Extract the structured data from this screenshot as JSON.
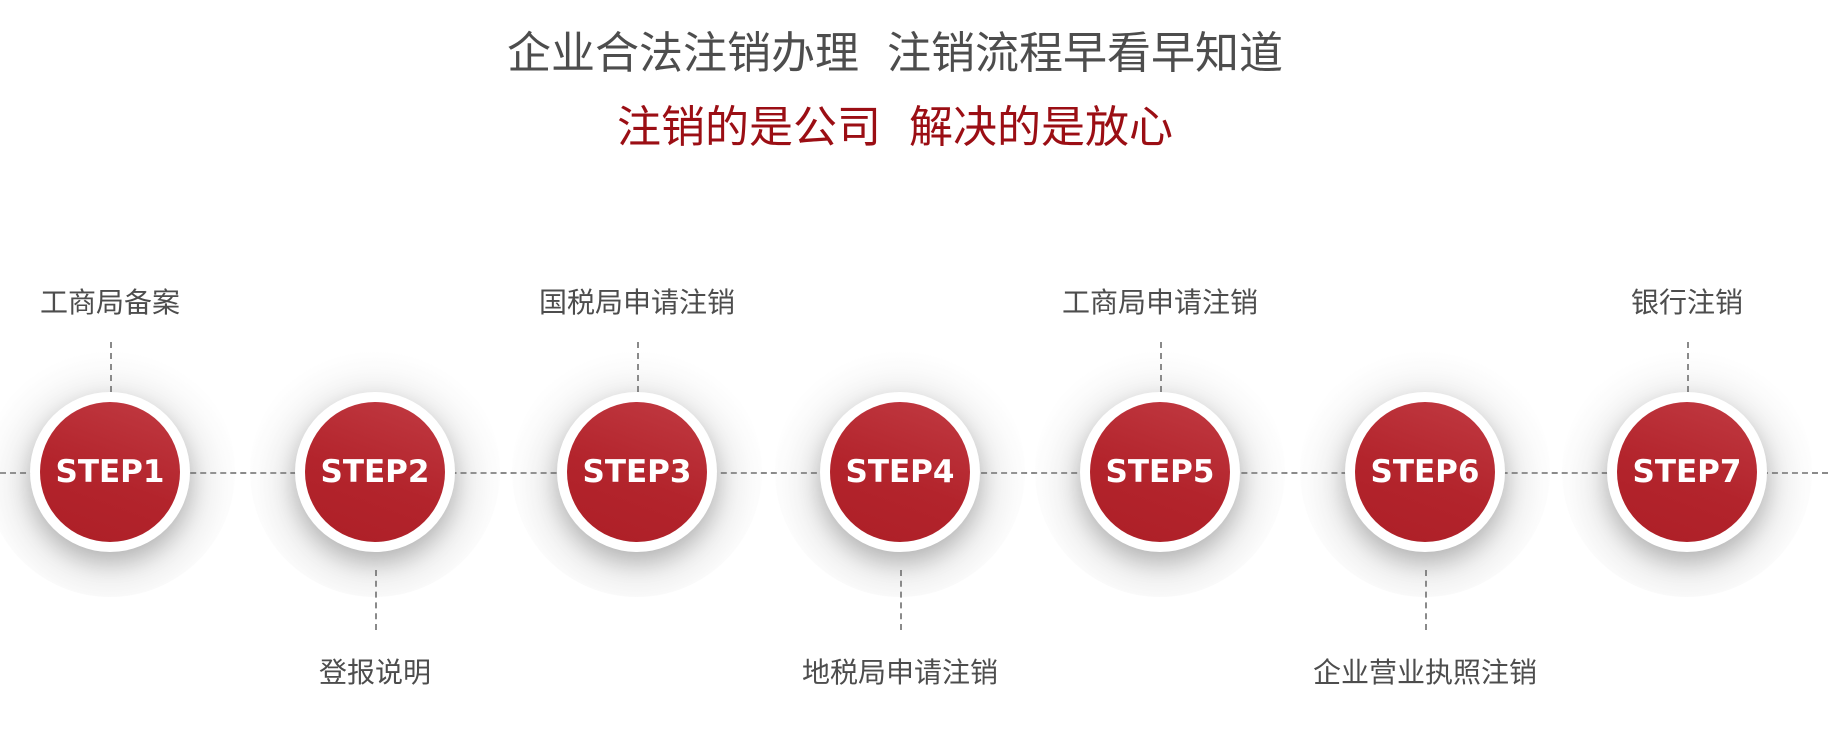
{
  "header": {
    "title": "企业合法注销办理  注销流程早看早知道",
    "subtitle": "注销的是公司  解决的是放心"
  },
  "colors": {
    "title": "#4d4d4d",
    "subtitle": "#9b0e14",
    "step_disc": "#b3242c",
    "connector": "#8a8a8a"
  },
  "steps": [
    {
      "badge": "STEP1",
      "label": "工商局备案",
      "position": "top"
    },
    {
      "badge": "STEP2",
      "label": "登报说明",
      "position": "bottom"
    },
    {
      "badge": "STEP3",
      "label": "国税局申请注销",
      "position": "top"
    },
    {
      "badge": "STEP4",
      "label": "地税局申请注销",
      "position": "bottom"
    },
    {
      "badge": "STEP5",
      "label": "工商局申请注销",
      "position": "top"
    },
    {
      "badge": "STEP6",
      "label": "企业营业执照注销",
      "position": "bottom"
    },
    {
      "badge": "STEP7",
      "label": "银行注销",
      "position": "top"
    }
  ]
}
